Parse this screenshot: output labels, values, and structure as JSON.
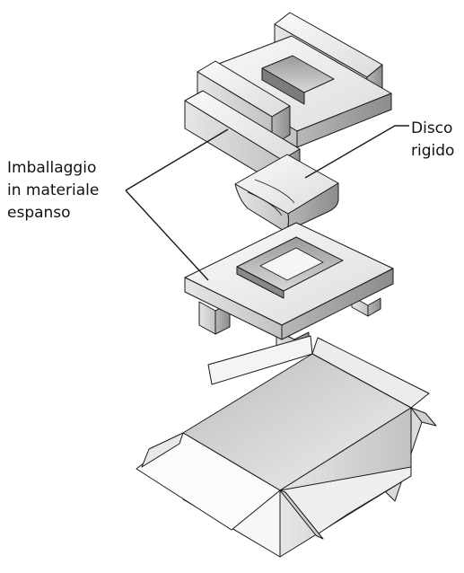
{
  "labels": {
    "foam": [
      "Imballaggio",
      "in materiale",
      "espanso"
    ],
    "disk": [
      "Disco",
      "rigido"
    ]
  },
  "colors": {
    "line": "#1a1a1a",
    "foam_top": "#f2f2f2",
    "foam_light": "#e2e2e2",
    "foam_mid": "#c8c8c8",
    "foam_dark": "#9a9a9a",
    "box_light": "#f7f7f7",
    "box_mid": "#d9d9d9",
    "box_dark": "#a8a8a8"
  }
}
